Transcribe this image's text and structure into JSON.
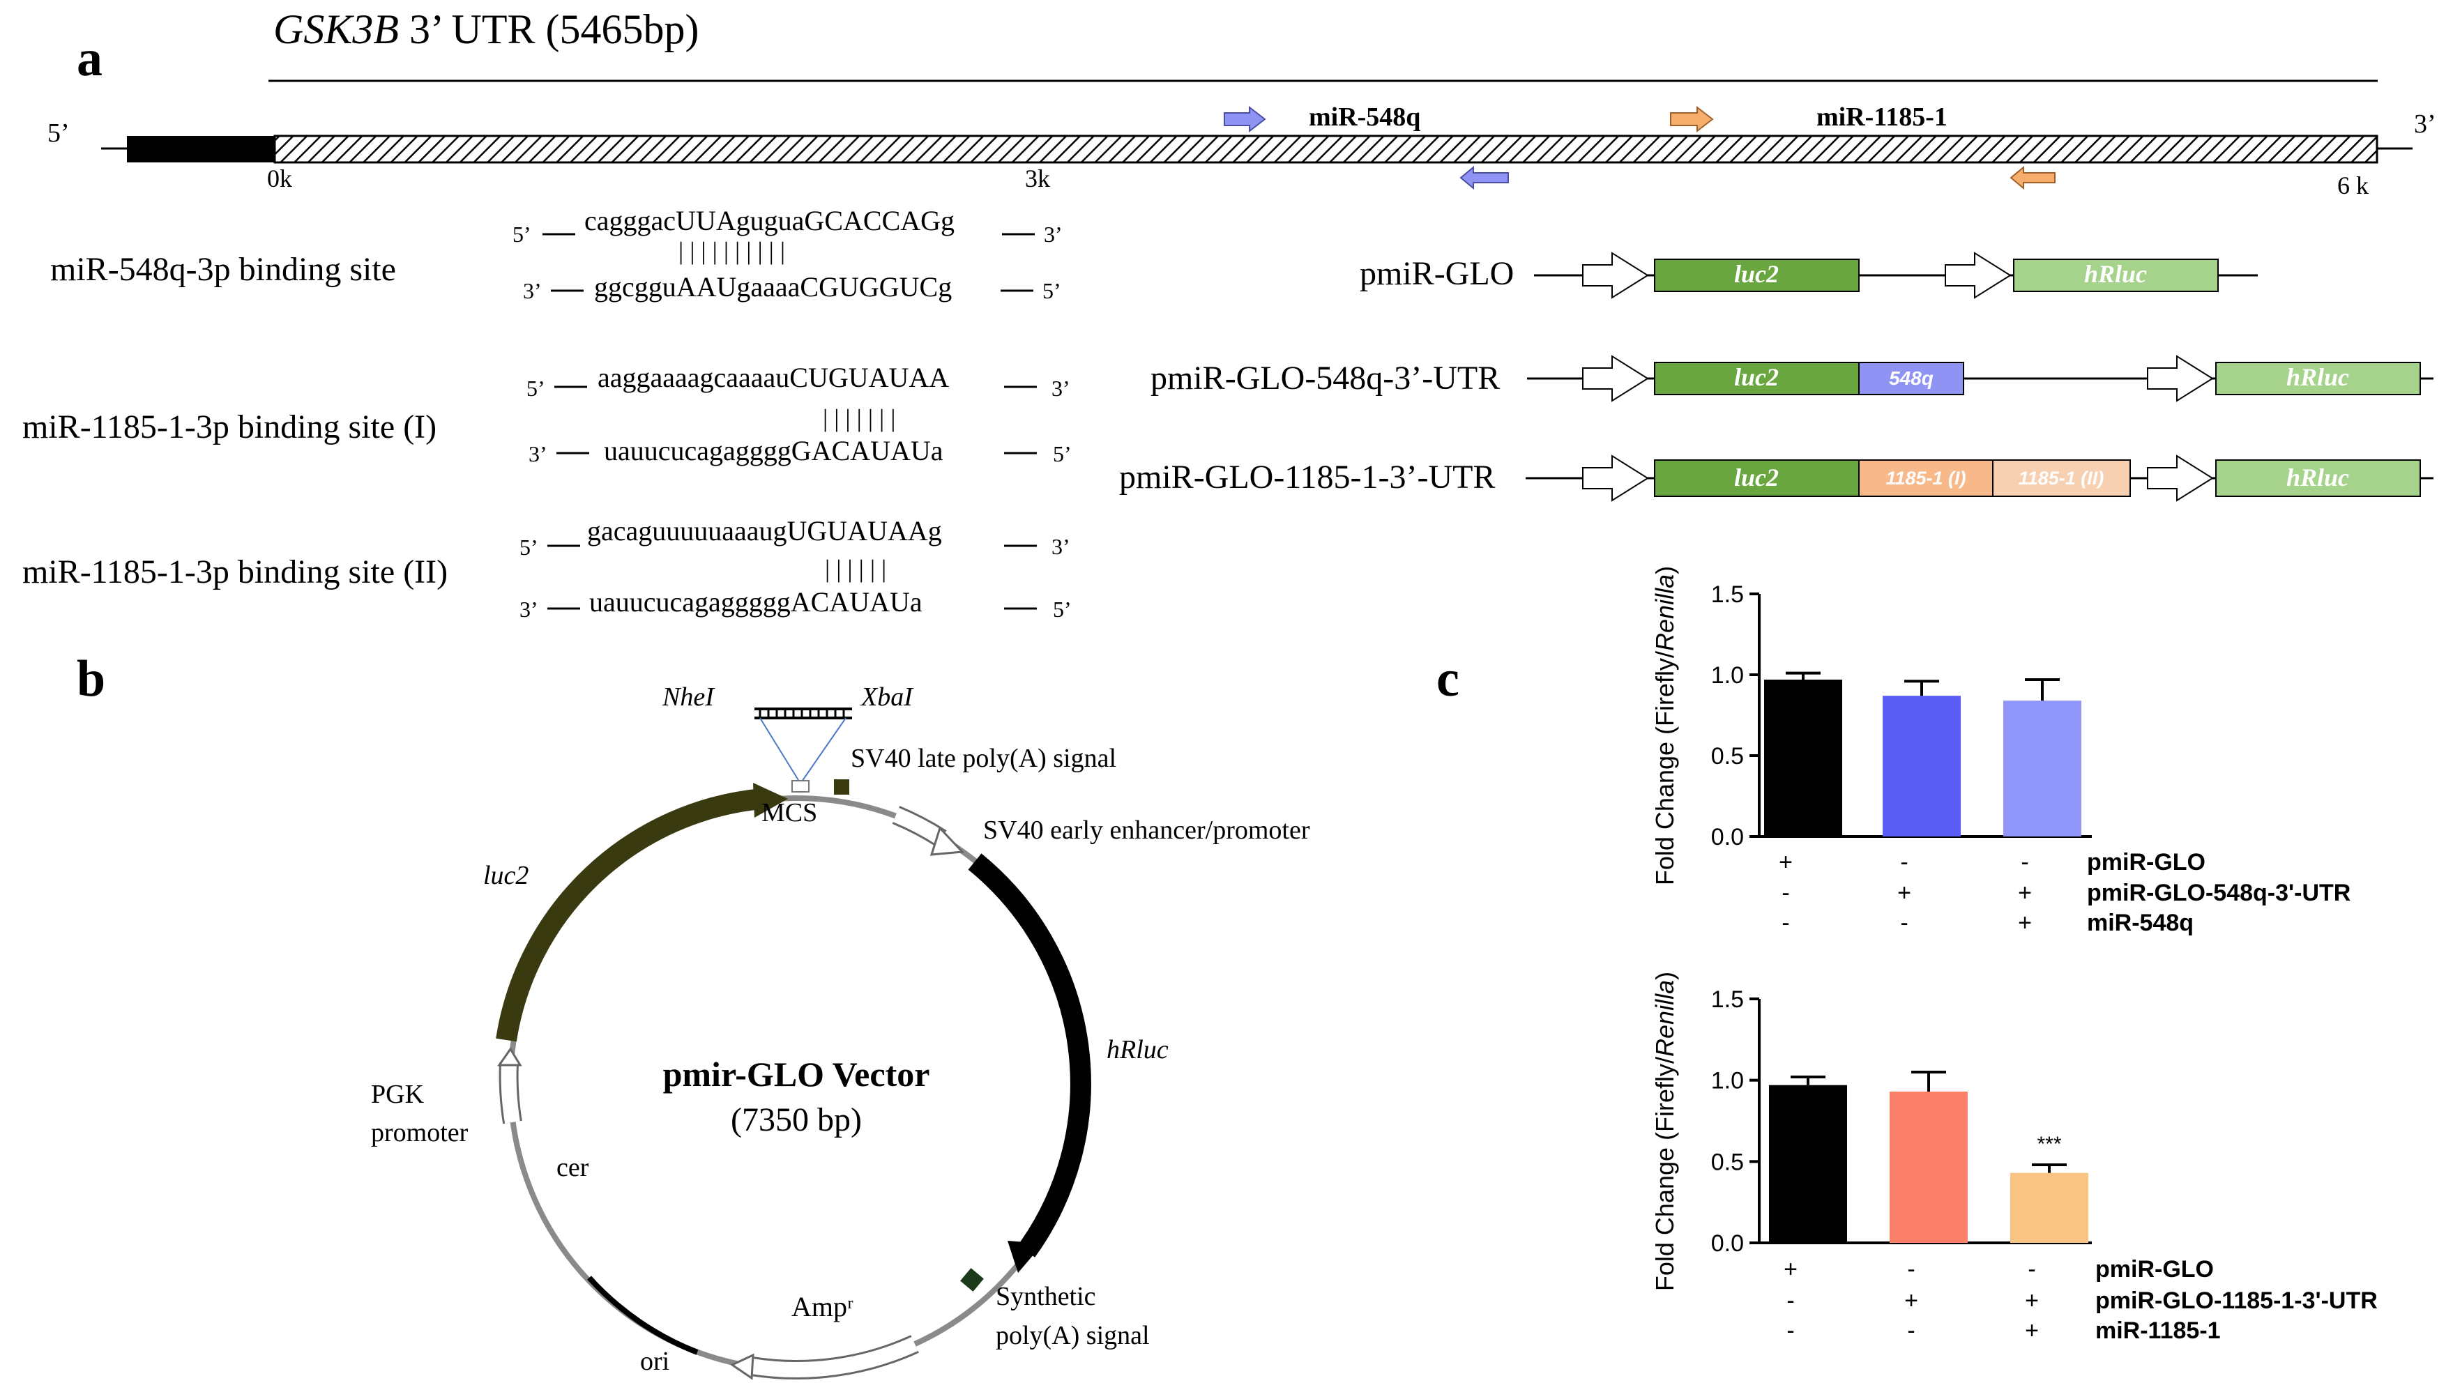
{
  "panel_a": {
    "label": "a",
    "utr_title_gene": "GSK3B",
    "utr_title_rest": " 3’ UTR (5465bp)",
    "five_prime": "5’",
    "three_prime": "3’",
    "tick_0k": "0k",
    "tick_3k": "3k",
    "tick_6k": "6 k",
    "mir548q_label": "miR-548q",
    "mir1185_label": "miR-1185-1",
    "primer_colors": {
      "mir548q": "#8f93f3",
      "mir1185": "#f7ae6c"
    },
    "binding_sites": [
      {
        "title": "miR-548q-3p binding site",
        "top_5": "5’",
        "top_seq": "cagggacUUAguguaGCACCAGg",
        "top_3": "3’",
        "pairs": "| | |        | | | | | | |",
        "bot_3": "3’",
        "bot_seq": "ggcgguAAUgaaaaCGUGGUCg",
        "bot_5": "5’"
      },
      {
        "title": "miR-1185-1-3p binding site (I)",
        "top_5": "5’",
        "top_seq": "aaggaaaagcaaaauCUGUAUAA",
        "top_3": "3’",
        "pairs": "| | | | | | |",
        "bot_3": "3’",
        "bot_seq": "uauucucagaggggGACAUAUa",
        "bot_5": "5’"
      },
      {
        "title": "miR-1185-1-3p binding site (II)",
        "top_5": "5’",
        "top_seq": "gacaguuuuuaaaugUGUAUAAg",
        "top_3": "3’",
        "pairs": "| | | | | |",
        "bot_3": "3’",
        "bot_seq": "uauucucagagggggACAUAUa",
        "bot_5": "5’"
      }
    ],
    "constructs": [
      {
        "name": "pmiR-GLO",
        "luc": "luc2",
        "hrluc": "hRluc"
      },
      {
        "name": "pmiR-GLO-548q-3’-UTR",
        "luc": "luc2",
        "insert": "548q",
        "hrluc": "hRluc"
      },
      {
        "name": "pmiR-GLO-1185-1-3’-UTR",
        "luc": "luc2",
        "insert1": "1185-1 (I)",
        "insert2": "1185-1 (II)",
        "hrluc": "hRluc"
      }
    ],
    "colors": {
      "luc2": "#6aa63f",
      "hrluc": "#a6d38c",
      "ins548q": "#8f93f3",
      "ins1185": "#f7b98a",
      "ins1185b": "#f7cfb1"
    }
  },
  "panel_b": {
    "label": "b",
    "enzyme_left": "NheI",
    "enzyme_right": "XbaI",
    "mcs": "MCS",
    "sv40_late": "SV40 late poly(A)  signal",
    "sv40_early": "SV40 early  enhancer/promoter",
    "luc2": "luc2",
    "hrluc": "hRluc",
    "pgk1": "PGK",
    "pgk2": "promoter",
    "cer": "cer",
    "vector_name": "pmir-GLO Vector",
    "vector_size": "(7350 bp)",
    "ampr": "Ampʳ",
    "ori": "ori",
    "synth1": "Synthetic",
    "synth2": "poly(A)  signal"
  },
  "panel_c": {
    "label": "c",
    "chart_data": [
      {
        "type": "bar",
        "ylabel_pre": "Fold Change (Firefly/",
        "ylabel_ital": "Renilla",
        "ylabel_post": ")",
        "ylim": [
          0,
          1.5
        ],
        "yticks": [
          "0.0",
          "0.5",
          "1.0",
          "1.5"
        ],
        "values": [
          0.97,
          0.87,
          0.84
        ],
        "errors": [
          0.04,
          0.09,
          0.13
        ],
        "colors": [
          "#000000",
          "#5b5ef5",
          "#9196fb"
        ],
        "annotations": [
          "",
          "",
          ""
        ],
        "rows": [
          {
            "label": "pmiR-GLO",
            "marks": [
              "+",
              "-",
              "-"
            ]
          },
          {
            "label": "pmiR-GLO-548q-3'-UTR",
            "marks": [
              "-",
              "+",
              "+"
            ]
          },
          {
            "label": "miR-548q",
            "marks": [
              "-",
              "-",
              "+"
            ]
          }
        ]
      },
      {
        "type": "bar",
        "ylabel_pre": "Fold Change (Firefly/",
        "ylabel_ital": "Renilla",
        "ylabel_post": ")",
        "ylim": [
          0,
          1.5
        ],
        "yticks": [
          "0.0",
          "0.5",
          "1.0",
          "1.5"
        ],
        "values": [
          0.97,
          0.93,
          0.43
        ],
        "errors": [
          0.05,
          0.12,
          0.05
        ],
        "colors": [
          "#000000",
          "#fa8069",
          "#f9c384"
        ],
        "annotations": [
          "",
          "",
          "***"
        ],
        "rows": [
          {
            "label": "pmiR-GLO",
            "marks": [
              "+",
              "-",
              "-"
            ]
          },
          {
            "label": "pmiR-GLO-1185-1-3'-UTR",
            "marks": [
              "-",
              "+",
              "+"
            ]
          },
          {
            "label": "miR-1185-1",
            "marks": [
              "-",
              "-",
              "+"
            ]
          }
        ]
      }
    ]
  }
}
